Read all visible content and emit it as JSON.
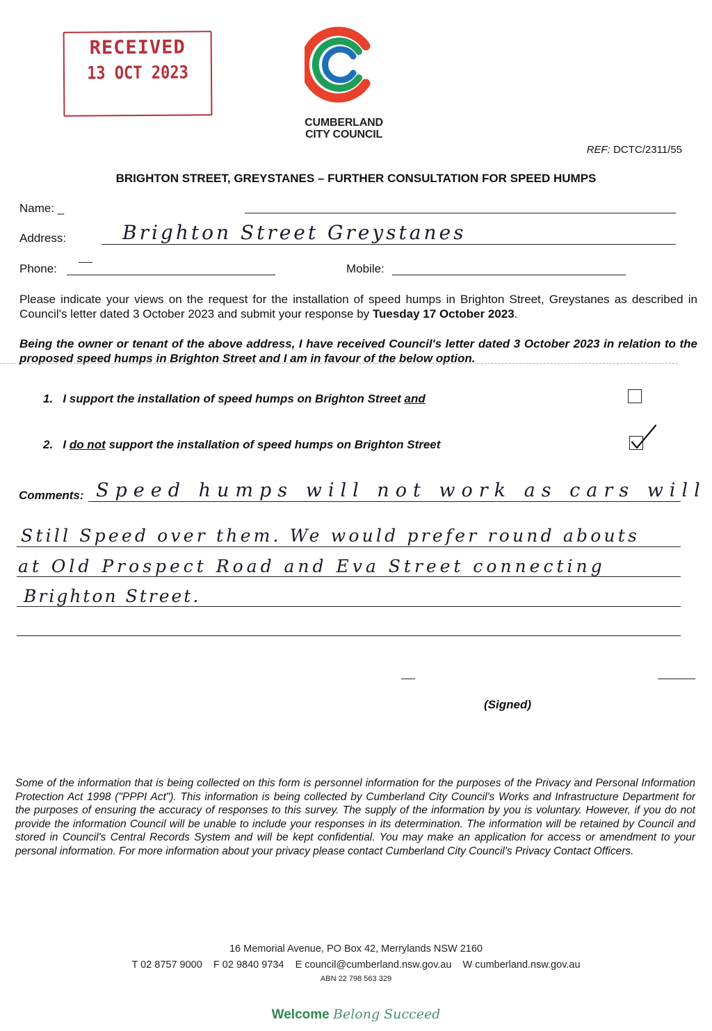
{
  "stamp": {
    "title": "RECEIVED",
    "date": "13 OCT 2023"
  },
  "logo": {
    "line1": "CUMBERLAND",
    "line2": "CITY COUNCIL",
    "colors": [
      "#e8412c",
      "#1e9e5a",
      "#1d6fb8"
    ]
  },
  "ref": {
    "prefix": "REF:",
    "code": "DCTC/2311/55"
  },
  "heading": "BRIGHTON STREET, GREYSTANES – FURTHER CONSULTATION FOR SPEED HUMPS",
  "form": {
    "name_label": "Name:",
    "address_label": "Address:",
    "address_value": "Brighton Street Greystanes",
    "phone_label": "Phone:",
    "mobile_label": "Mobile:"
  },
  "intro": {
    "text": "Please indicate your views on the request for the installation of speed humps in Brighton Street, Greystanes as described in Council's letter dated 3 October 2023 and submit your response by ",
    "deadline": "Tuesday 17 October 2023",
    "end": "."
  },
  "declaration": "Being the owner or tenant of the above address, I have received Council's letter dated 3 October 2023 in relation to the proposed speed humps in Brighton Street and I am in favour of the below option.",
  "options": [
    {
      "num": "1.",
      "pre": "I support the installation of speed humps on Brighton Street ",
      "underlined": "and",
      "post": "",
      "checked": false
    },
    {
      "num": "2.",
      "pre": "I ",
      "underlined": "do not",
      "post": " support the installation of speed humps on Brighton Street",
      "checked": true
    }
  ],
  "comments": {
    "label": "Comments:",
    "lines": [
      "Speed humps will not work as cars will",
      "Still Speed over them. We would prefer round abouts",
      "at Old Prospect Road and Eva Street connecting",
      "Brighton Street."
    ]
  },
  "signed_label": "(Signed)",
  "privacy": "Some of the information that is being collected on this form is personnel information for the purposes of the Privacy and Personal Information Protection Act 1998 (\"PPPI Act\"). This information is being collected by Cumberland City Council's Works and Infrastructure Department for the purposes of ensuring the accuracy of responses to this survey. The supply of the information by you is voluntary. However, if you do not provide the information Council will be unable to include your responses in its determination. The information will be retained by Council and stored in Council's Central Records System and will be kept confidential. You may make an application for access or amendment to your personal information. For more information about your privacy please contact Cumberland City Council's Privacy Contact Officers.",
  "footer": {
    "address": "16 Memorial Avenue, PO Box 42, Merrylands NSW 2160",
    "contacts": "T 02 8757 9000    F 02 9840 9734    E council@cumberland.nsw.gov.au    W cumberland.nsw.gov.au",
    "abn": "ABN 22 798 563 329"
  },
  "tagline": {
    "welcome": "Welcome",
    "rest": "Belong Succeed"
  }
}
